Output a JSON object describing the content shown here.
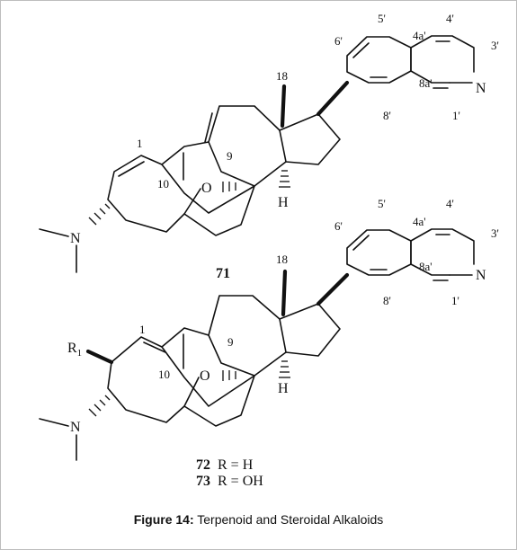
{
  "structure_top": {
    "compound_number": "71",
    "atom_labels": [
      "1",
      "10",
      "9",
      "18",
      "6'",
      "5'",
      "4a'",
      "4'",
      "3'",
      "8a'",
      "8'",
      "1'"
    ],
    "heteroatoms": {
      "ring_n": "N",
      "amine_n": "N",
      "oxygen": "O",
      "hydrogen": "H"
    }
  },
  "structure_bottom": {
    "atom_labels": [
      "1",
      "10",
      "9",
      "18",
      "6'",
      "5'",
      "4a'",
      "4'",
      "3'",
      "8a'",
      "8'",
      "1'"
    ],
    "substituent": "R",
    "substituent_sub": "1",
    "heteroatoms": {
      "ring_n": "N",
      "amine_n": "N",
      "oxygen": "O",
      "hydrogen": "H"
    },
    "compounds": [
      {
        "number": "72",
        "definition": "R = H"
      },
      {
        "number": "73",
        "definition": "R = OH"
      }
    ]
  },
  "caption": {
    "label": "Figure 14:",
    "text": " Terpenoid and Steroidal Alkaloids"
  }
}
